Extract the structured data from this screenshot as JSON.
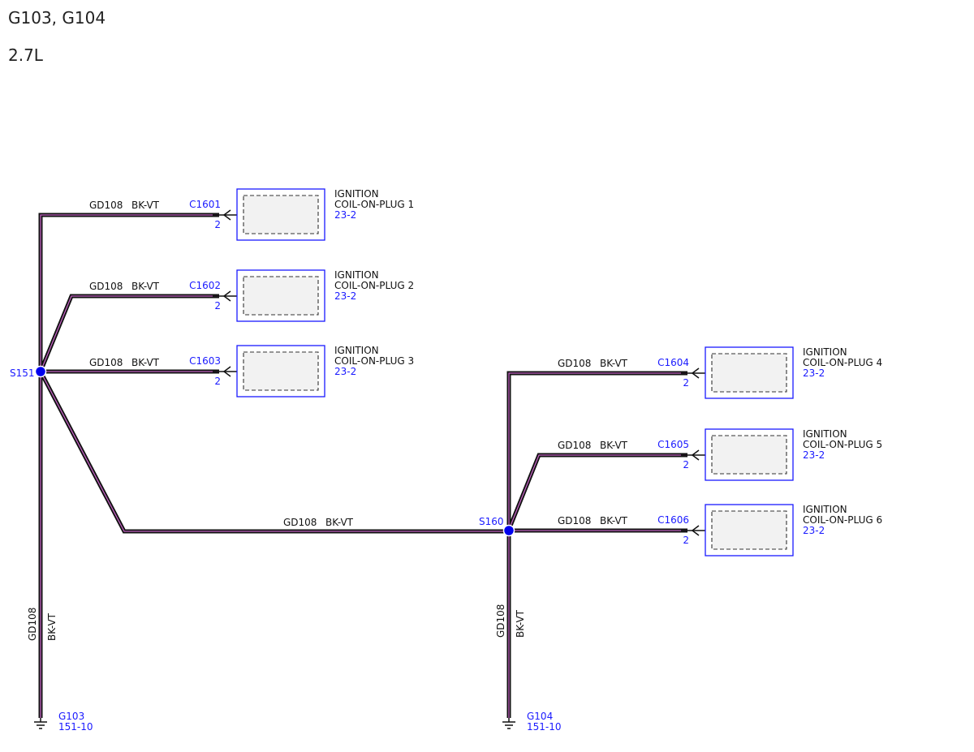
{
  "header": {
    "title": "G103, G104",
    "subtitle": "2.7L"
  },
  "wire": {
    "circuit": "GD108",
    "color": "BK-VT"
  },
  "splices": [
    {
      "id": "S151"
    },
    {
      "id": "S160"
    }
  ],
  "connectors": [
    {
      "id": "C1601",
      "pin": "2",
      "line1": "IGNITION",
      "line2": "COIL-ON-PLUG 1",
      "ref": "23-2"
    },
    {
      "id": "C1602",
      "pin": "2",
      "line1": "IGNITION",
      "line2": "COIL-ON-PLUG 2",
      "ref": "23-2"
    },
    {
      "id": "C1603",
      "pin": "2",
      "line1": "IGNITION",
      "line2": "COIL-ON-PLUG 3",
      "ref": "23-2"
    },
    {
      "id": "C1604",
      "pin": "2",
      "line1": "IGNITION",
      "line2": "COIL-ON-PLUG 4",
      "ref": "23-2"
    },
    {
      "id": "C1605",
      "pin": "2",
      "line1": "IGNITION",
      "line2": "COIL-ON-PLUG 5",
      "ref": "23-2"
    },
    {
      "id": "C1606",
      "pin": "2",
      "line1": "IGNITION",
      "line2": "COIL-ON-PLUG 6",
      "ref": "23-2"
    }
  ],
  "grounds": [
    {
      "id": "G103",
      "ref": "151-10"
    },
    {
      "id": "G104",
      "ref": "151-10"
    }
  ],
  "colors": {
    "wire": "#111111",
    "wire_stripe": "#c060c0",
    "accent": "#1a1aff",
    "splice": "#0000ee",
    "component_fill": "#f2f2f2"
  }
}
